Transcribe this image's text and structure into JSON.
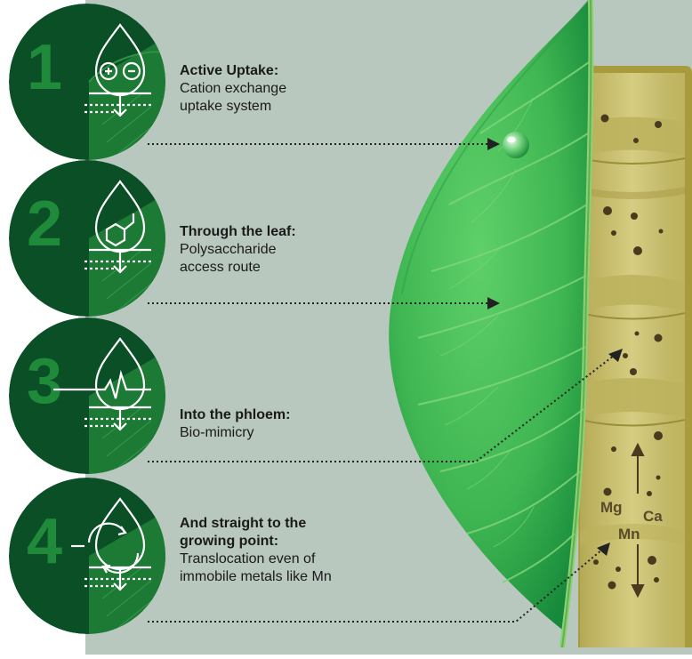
{
  "colors": {
    "background": "#b9c8be",
    "circle_dark": "#0b4f27",
    "circle_mid": "#1d7a35",
    "leaf_light": "#4cc05a",
    "leaf_dark": "#168a33",
    "stem_fill": "#c9c070",
    "stem_edge": "#a79a3a",
    "dots": "#4a3a1e",
    "ion_text": "#5a4a2a"
  },
  "steps": [
    {
      "number": "1",
      "title": "Active Uptake:",
      "lines": [
        "Cation exchange",
        "uptake system"
      ],
      "icon": "ion-exchange-icon"
    },
    {
      "number": "2",
      "title": "Through the leaf:",
      "lines": [
        "Polysaccharide",
        "access route"
      ],
      "icon": "molecule-icon"
    },
    {
      "number": "3",
      "title": "Into the phloem:",
      "lines": [
        "Bio-mimicry"
      ],
      "icon": "pulse-icon"
    },
    {
      "number": "4",
      "title": "And straight to the",
      "title2": "growing point:",
      "lines": [
        "Translocation even of",
        "immobile metals like Mn"
      ],
      "icon": "cycle-icon"
    }
  ],
  "ions": {
    "mg": "Mg",
    "ca": "Ca",
    "mn": "Mn"
  }
}
